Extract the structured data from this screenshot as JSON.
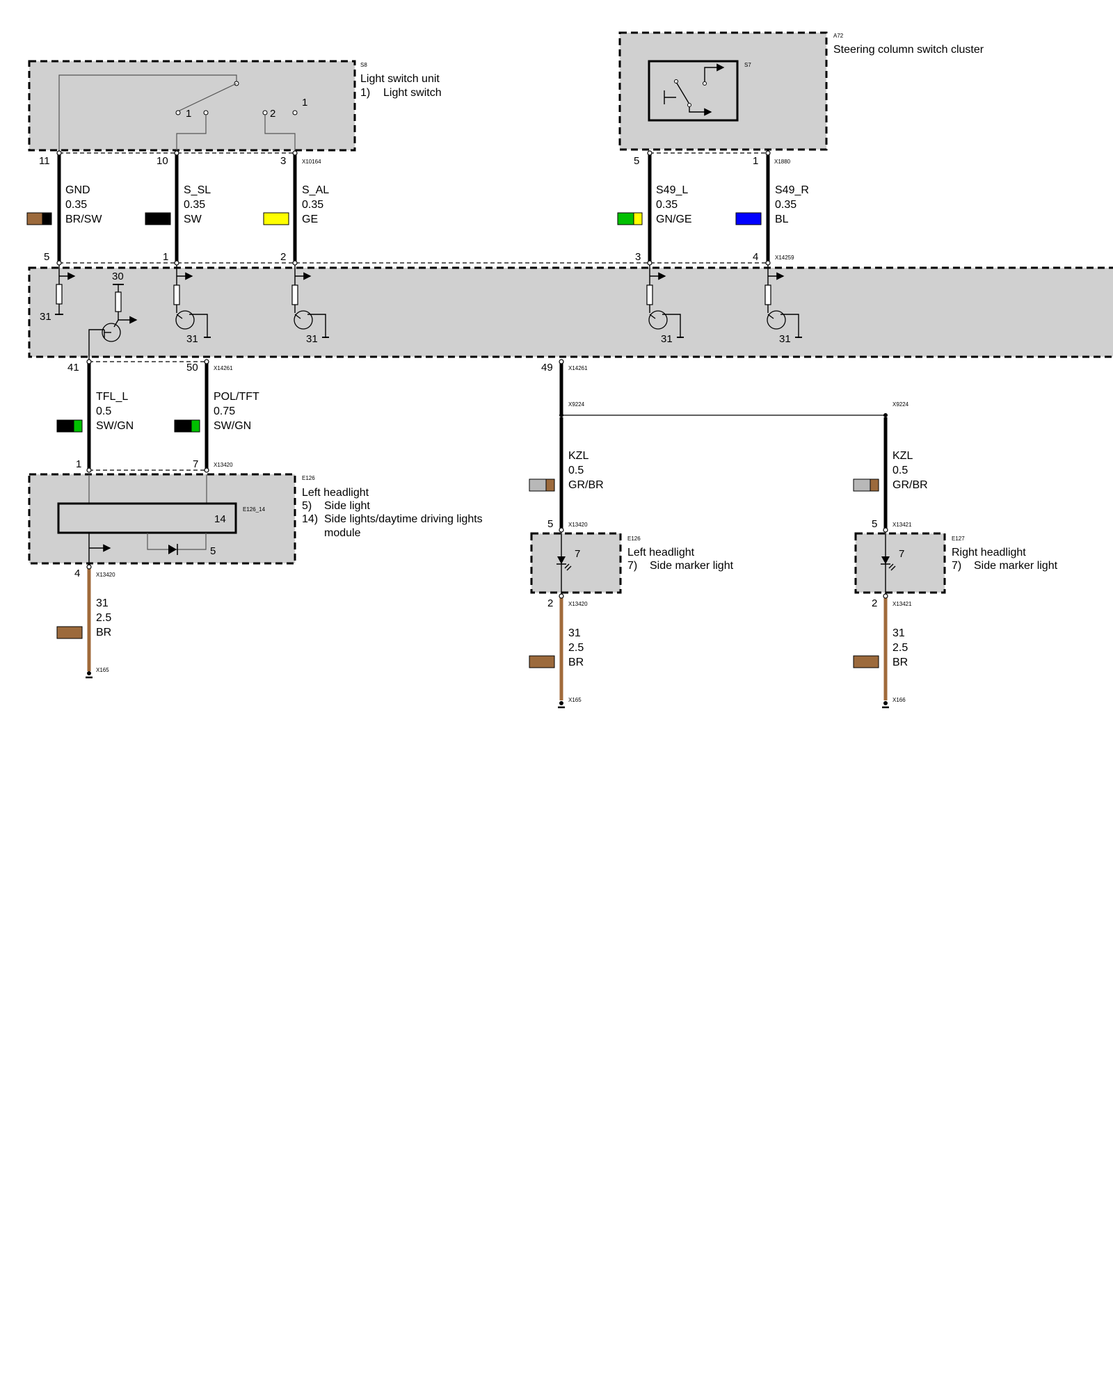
{
  "components": {
    "s8": {
      "ref": "S8",
      "title": "Light switch unit",
      "items": [
        "1)",
        "Light switch"
      ],
      "pins": {
        "a": "11",
        "b": "10",
        "c": "3"
      },
      "switch_nums": {
        "n1": "1",
        "n2": "2",
        "n3": "1"
      },
      "connector": "X10164"
    },
    "a72": {
      "ref": "A72",
      "title": "Steering column switch cluster",
      "inner": "S7",
      "pins": {
        "a": "5",
        "b": "1"
      },
      "connector": "X1880"
    },
    "module": {
      "pins_top": {
        "p1": "5",
        "p2": "1",
        "p3": "2",
        "p4": "3",
        "p5": "4"
      },
      "connector_top": "X14259",
      "labels": {
        "t30": "30",
        "g31": "31"
      },
      "pins_bottom": {
        "p41": "41",
        "p50": "50",
        "p49": "49"
      },
      "connector_bottom_a": "X14261",
      "connector_bottom_b": "X14261"
    },
    "e126_left": {
      "ref": "E126",
      "title": "Left headlight",
      "items": [
        "5)",
        "Side light",
        "14)",
        "Side lights/daytime driving lights",
        "module"
      ],
      "inner_num": "14",
      "inner_ref": "E126_14",
      "led_num": "5",
      "pins_top": {
        "a": "1",
        "b": "7"
      },
      "connector_top": "X13420",
      "pin_bottom": "4",
      "connector_bottom": "X13420"
    },
    "e126_marker": {
      "ref": "E126",
      "title": "Left headlight",
      "items": [
        "7)",
        "Side marker light"
      ],
      "num": "7",
      "pin_top": "5",
      "connector_top": "X13420",
      "pin_bottom": "2",
      "connector_bottom": "X13420"
    },
    "e127_marker": {
      "ref": "E127",
      "title": "Right headlight",
      "items": [
        "7)",
        "Side marker light"
      ],
      "num": "7",
      "pin_top": "5",
      "connector_top": "X13421",
      "pin_bottom": "2",
      "connector_bottom": "X13421"
    }
  },
  "wires": {
    "gnd": {
      "name": "GND",
      "size": "0.35",
      "color": "BR/SW",
      "swatch": [
        "#9c6a3c",
        "#000000"
      ]
    },
    "s_sl": {
      "name": "S_SL",
      "size": "0.35",
      "color": "SW",
      "swatch": [
        "#000000",
        "#000000"
      ]
    },
    "s_al": {
      "name": "S_AL",
      "size": "0.35",
      "color": "GE",
      "swatch": [
        "#ffff00",
        "#ffff00"
      ]
    },
    "s49_l": {
      "name": "S49_L",
      "size": "0.35",
      "color": "GN/GE",
      "swatch": [
        "#00c000",
        "#ffff00"
      ]
    },
    "s49_r": {
      "name": "S49_R",
      "size": "0.35",
      "color": "BL",
      "swatch": [
        "#0000ff",
        "#0000ff"
      ]
    },
    "tfl_l": {
      "name": "TFL_L",
      "size": "0.5",
      "color": "SW/GN",
      "swatch": [
        "#000000",
        "#00c000"
      ]
    },
    "pol_tft": {
      "name": "POL/TFT",
      "size": "0.75",
      "color": "SW/GN",
      "swatch": [
        "#000000",
        "#00c000"
      ]
    },
    "kzl_l": {
      "name": "KZL",
      "size": "0.5",
      "color": "GR/BR",
      "swatch": [
        "#b8b8b8",
        "#9c6a3c"
      ]
    },
    "kzl_r": {
      "name": "KZL",
      "size": "0.5",
      "color": "GR/BR",
      "swatch": [
        "#b8b8b8",
        "#9c6a3c"
      ]
    },
    "gnd31_a": {
      "name": "31",
      "size": "2.5",
      "color": "BR",
      "swatch": [
        "#9c6a3c",
        "#9c6a3c"
      ]
    },
    "gnd31_b": {
      "name": "31",
      "size": "2.5",
      "color": "BR",
      "swatch": [
        "#9c6a3c",
        "#9c6a3c"
      ]
    },
    "gnd31_c": {
      "name": "31",
      "size": "2.5",
      "color": "BR",
      "swatch": [
        "#9c6a3c",
        "#9c6a3c"
      ]
    }
  },
  "splices": {
    "left": "X9224",
    "right": "X9224"
  },
  "grounds": {
    "g1": "X165",
    "g2": "X165",
    "g3": "X166"
  }
}
